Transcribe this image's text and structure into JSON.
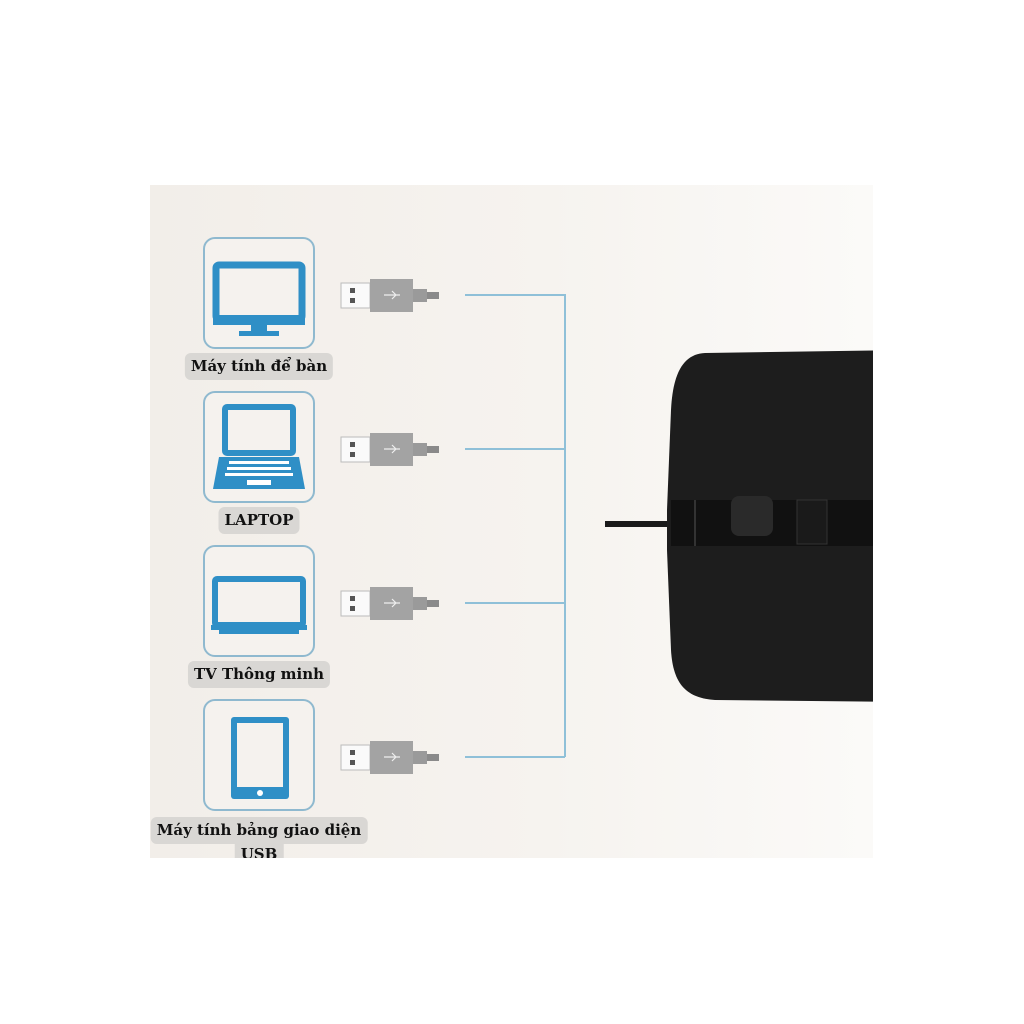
{
  "devices": [
    {
      "label": "Máy tính để bàn",
      "icon": "desktop-monitor-icon"
    },
    {
      "label": "LAPTOP",
      "icon": "laptop-icon"
    },
    {
      "label": "TV Thông minh",
      "icon": "smart-tv-icon"
    },
    {
      "label_line1": "Máy tính bảng giao diện",
      "label_line2": "USB",
      "icon": "tablet-icon"
    }
  ],
  "colors": {
    "accent": "#2f8fc6",
    "line": "#8fc0d8",
    "mouse": "#1a1a1a"
  }
}
